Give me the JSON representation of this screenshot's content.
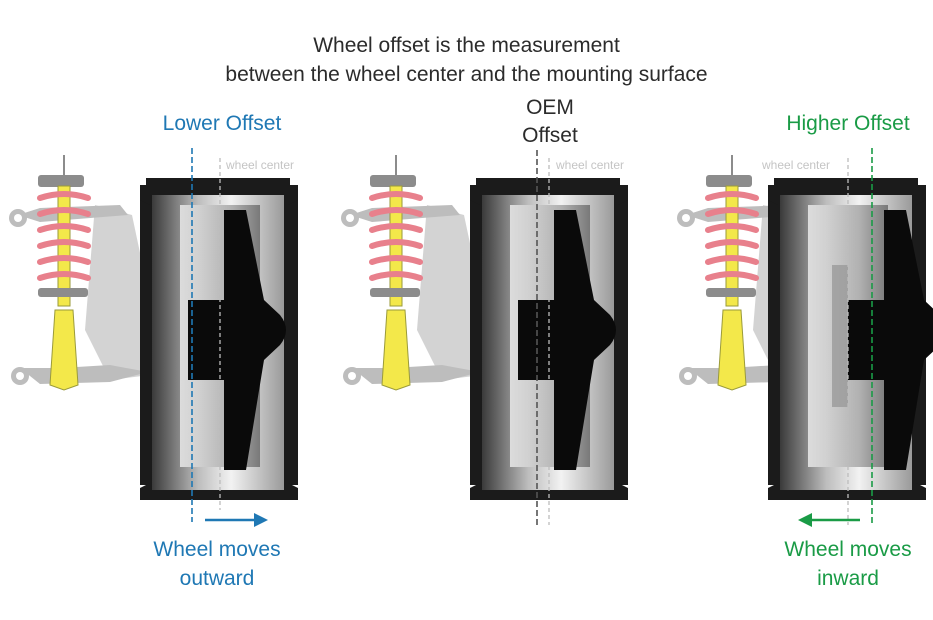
{
  "title": {
    "line1": "Wheel offset is the measurement",
    "line2": "between the wheel center and the mounting surface"
  },
  "panels": {
    "lower": {
      "heading": "Lower Offset",
      "wheel_center": "wheel center",
      "caption_line1": "Wheel moves",
      "caption_line2": "outward"
    },
    "oem": {
      "heading_line1": "OEM",
      "heading_line2": "Offset",
      "wheel_center": "wheel center"
    },
    "higher": {
      "heading": "Higher Offset",
      "wheel_center": "wheel center",
      "caption_line1": "Wheel moves",
      "caption_line2": "inward"
    }
  },
  "colors": {
    "lower": "#1f78b4",
    "higher": "#1a9b46",
    "text": "#2b2b2b",
    "spring": "#e8808c",
    "strut": "#f3e84a"
  }
}
